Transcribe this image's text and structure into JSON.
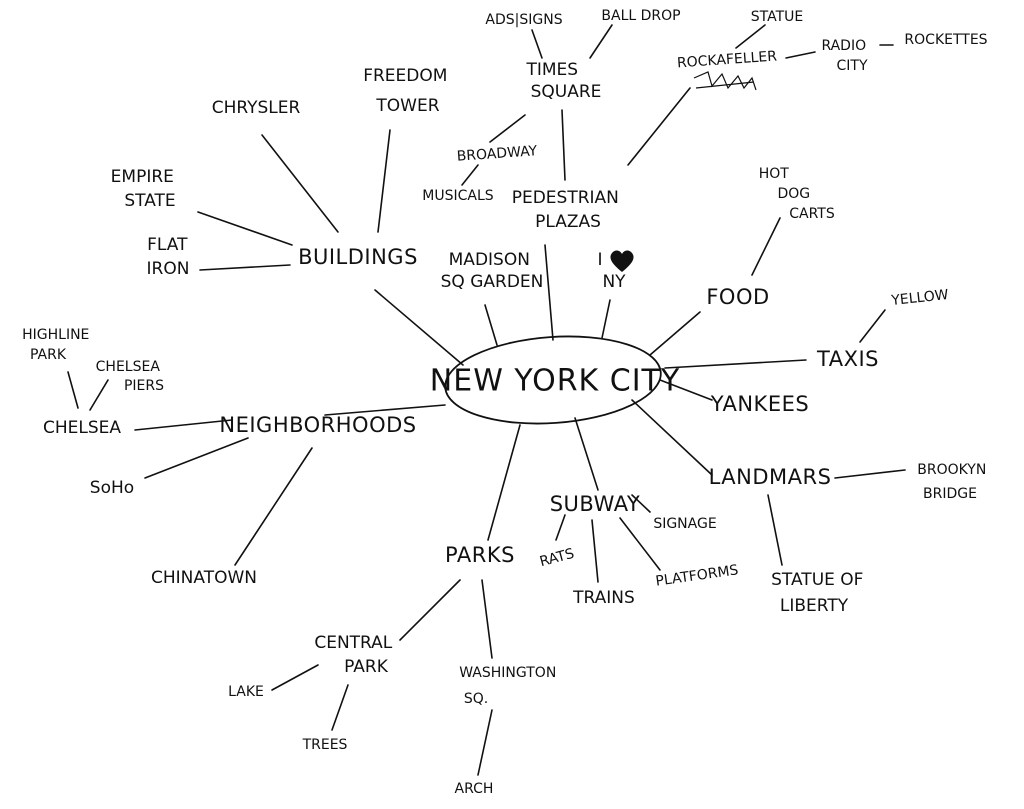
{
  "center": "NEW YORK CITY",
  "icons": {
    "heart": "heart-icon"
  },
  "nodes": {
    "times_square": [
      "TIMES",
      "SQUARE"
    ],
    "ads_signs": "ADS|SIGNS",
    "ball_drop": "BALL DROP",
    "broadway": "BROADWAY",
    "musicals": "MUSICALS",
    "pedestrian_plazas": [
      "PEDESTRIAN",
      "PLAZAS"
    ],
    "rockefeller": "ROCKAFELLER",
    "statue": "STATUE",
    "radio_city": [
      "RADIO",
      "CITY"
    ],
    "rockettes": "ROCKETTES",
    "freedom_tower": [
      "FREEDOM",
      "TOWER"
    ],
    "chrysler": "CHRYSLER",
    "empire_state": [
      "EMPIRE",
      "STATE"
    ],
    "flat_iron": [
      "FLAT",
      "IRON"
    ],
    "buildings": "BUILDINGS",
    "madison_sq_garden": [
      "MADISON",
      "SQ GARDEN"
    ],
    "i_love_ny": [
      "I",
      "NY"
    ],
    "hot_dog_carts": [
      "HOT",
      "DOG",
      "CARTS"
    ],
    "food": "FOOD",
    "yellow": "YELLOW",
    "taxis": "TAXIS",
    "yankees": "YANKEES",
    "highline_park": [
      "HIGHLINE",
      "PARK"
    ],
    "chelsea_piers": [
      "CHELSEA",
      "PIERS"
    ],
    "chelsea": "CHELSEA",
    "neighborhoods": "NEIGHBORHOODS",
    "soho": "SoHo",
    "chinatown": "CHINATOWN",
    "landmarks": "LANDMARS",
    "brooklyn_bridge": [
      "BROOKYN",
      "BRIDGE"
    ],
    "statue_of_liberty": [
      "STATUE OF",
      "LIBERTY"
    ],
    "subway": "SUBWAY",
    "signage": "SIGNAGE",
    "rats": "RATS",
    "trains": "TRAINS",
    "platforms": "PLATFORMS",
    "parks": "PARKS",
    "central_park": [
      "CENTRAL",
      "PARK"
    ],
    "lake": "LAKE",
    "trees": "TREES",
    "washington_sq": [
      "WASHINGTON",
      "SQ."
    ],
    "arch": "ARCH"
  }
}
